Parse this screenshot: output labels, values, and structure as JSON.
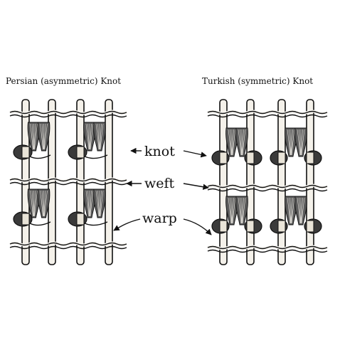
{
  "panels": {
    "left_title": "Persian (asymmetric) Knot",
    "right_title": "Turkish (symmetric) Knot"
  },
  "labels": {
    "knot": "knot",
    "weft": "weft",
    "warp": "warp"
  },
  "colors": {
    "ink": "#111111",
    "yarn_dark": "#3a3a3a",
    "background": "#ffffff"
  }
}
